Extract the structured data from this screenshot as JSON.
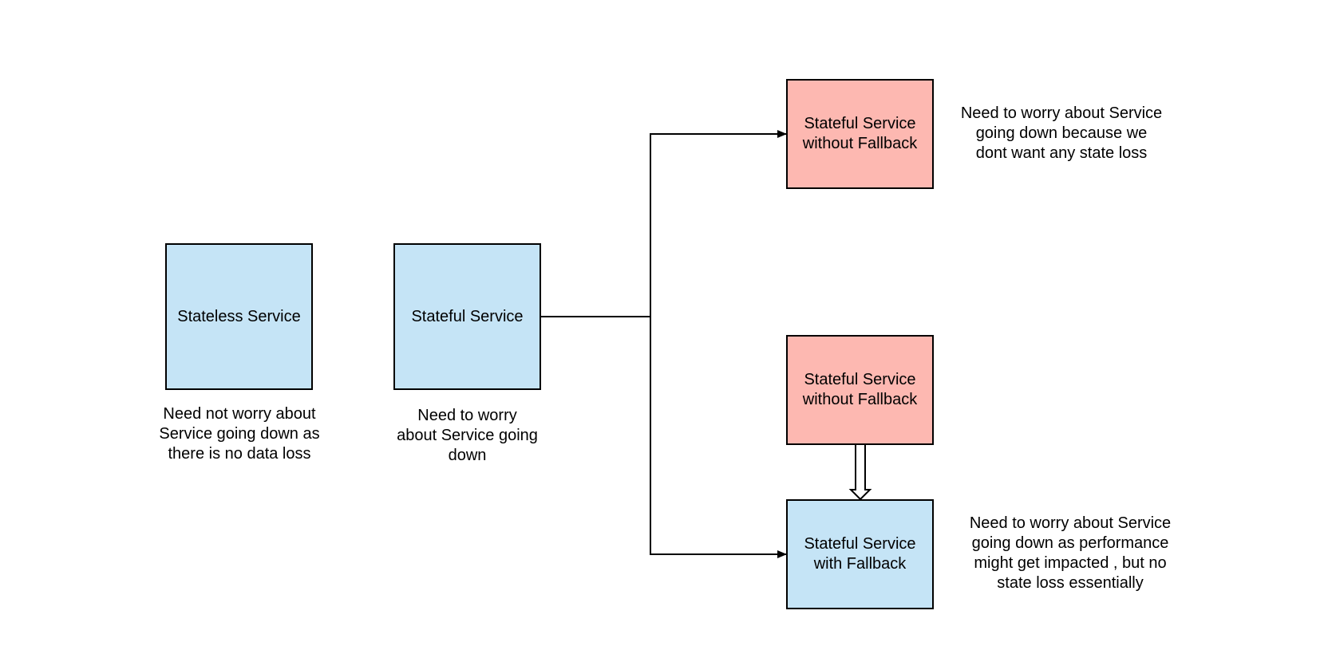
{
  "colors": {
    "blue_fill": "#c5e4f6",
    "red_fill": "#fdb8b1",
    "stroke": "#000000",
    "background": "#ffffff"
  },
  "nodes": {
    "stateless": {
      "label": "Stateless Service",
      "fill": "blue"
    },
    "stateful": {
      "label": "Stateful Service",
      "fill": "blue"
    },
    "no_fallback_top": {
      "label": "Stateful Service\nwithout Fallback",
      "fill": "red"
    },
    "no_fallback_mid": {
      "label": "Stateful Service\nwithout Fallback",
      "fill": "red"
    },
    "with_fallback": {
      "label": "Stateful Service\nwith Fallback",
      "fill": "blue"
    }
  },
  "notes": {
    "stateless": "Need not worry about\nService going down as\nthere is no data loss",
    "stateful": "Need to worry\nabout Service going\ndown",
    "no_fallback": "Need to worry about Service\ngoing down because we\ndont want any state loss",
    "with_fallback": "Need to worry about Service\ngoing down as performance\nmight get impacted , but no\nstate loss essentially"
  },
  "edges": [
    {
      "from": "stateful",
      "to": "no_fallback_top",
      "style": "solid-arrow"
    },
    {
      "from": "stateful",
      "to": "with_fallback",
      "style": "solid-arrow"
    },
    {
      "from": "no_fallback_mid",
      "to": "with_fallback",
      "style": "hollow-double-arrow"
    }
  ]
}
